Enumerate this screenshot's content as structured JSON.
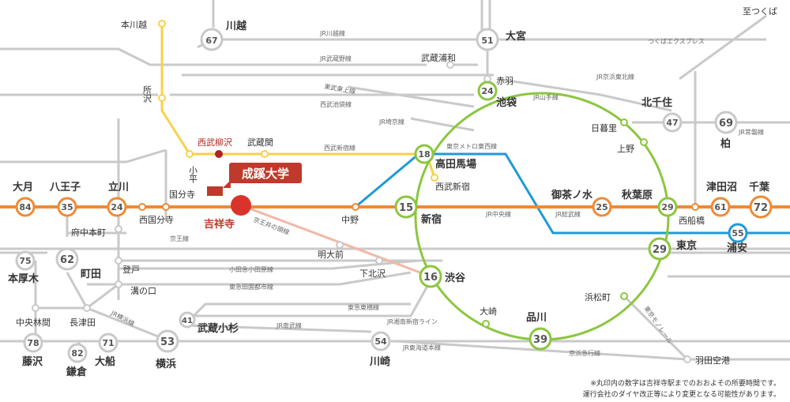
{
  "logo": {
    "label": "成蹊大学",
    "color": "#c0392b"
  },
  "home_station": {
    "label": "吉祥寺",
    "color": "#c0392b"
  },
  "seibu_yagisawa": "西武柳沢",
  "note_line1": "※丸印内の数字は吉祥寺駅までのおおよその所要時間です。",
  "note_line2": "運行会社のダイヤ改正等により変更となる可能性があります。",
  "colors": {
    "chuo": "#ef8a35",
    "yamanote": "#8cc63f",
    "tozai": "#1f9ad6",
    "seibu": "#f7d14a",
    "keio": "#f2b8a6",
    "grey": "#c9c9c9"
  },
  "time_nodes": [
    {
      "id": "ome",
      "minutes": "84",
      "name": "大月"
    },
    {
      "id": "hachioji",
      "minutes": "35",
      "name": "八王子"
    },
    {
      "id": "tachikawa",
      "minutes": "24",
      "name": "立川"
    },
    {
      "id": "kawagoe",
      "minutes": "67",
      "name": "川越"
    },
    {
      "id": "omiya",
      "minutes": "51",
      "name": "大宮"
    },
    {
      "id": "ikebukuro",
      "minutes": "24",
      "name": "池袋"
    },
    {
      "id": "takadanobaba",
      "minutes": "18",
      "name": "高田馬場"
    },
    {
      "id": "shinjuku",
      "minutes": "15",
      "name": "新宿"
    },
    {
      "id": "shibuya",
      "minutes": "16",
      "name": "渋谷"
    },
    {
      "id": "shinagawa",
      "minutes": "39",
      "name": "品川"
    },
    {
      "id": "tokyo",
      "minutes": "29",
      "name": "東京"
    },
    {
      "id": "akihabara",
      "minutes": "29",
      "name": "秋葉原"
    },
    {
      "id": "ochanomizu",
      "minutes": "25",
      "name": "御茶ノ水"
    },
    {
      "id": "kitasenju",
      "minutes": "47",
      "name": "北千住"
    },
    {
      "id": "kashiwa",
      "minutes": "69",
      "name": "柏"
    },
    {
      "id": "tsudanuma",
      "minutes": "61",
      "name": "津田沼"
    },
    {
      "id": "chiba",
      "minutes": "72",
      "name": "千葉"
    },
    {
      "id": "urayasu",
      "minutes": "55",
      "name": "浦安"
    },
    {
      "id": "honatsugi",
      "minutes": "75",
      "name": "本厚木"
    },
    {
      "id": "machida",
      "minutes": "62",
      "name": "町田"
    },
    {
      "id": "musashikosugi",
      "minutes": "41",
      "name": "武蔵小杉"
    },
    {
      "id": "yokohama",
      "minutes": "53",
      "name": "横浜"
    },
    {
      "id": "kawasaki",
      "minutes": "54",
      "name": "川崎"
    },
    {
      "id": "ofuna",
      "minutes": "71",
      "name": "大船"
    },
    {
      "id": "kamakura",
      "minutes": "82",
      "name": "鎌倉"
    },
    {
      "id": "fujisawa",
      "minutes": "78",
      "name": "藤沢"
    }
  ],
  "stations": [
    {
      "id": "honkawagoe",
      "name": "本川越"
    },
    {
      "id": "tokorozawa",
      "name": "所沢"
    },
    {
      "id": "kodaira",
      "name": "小平"
    },
    {
      "id": "musashiseki",
      "name": "武蔵関"
    },
    {
      "id": "kokubunji",
      "name": "国分寺"
    },
    {
      "id": "nishikokubunji",
      "name": "西国分寺"
    },
    {
      "id": "fuchuhonmachi",
      "name": "府中本町"
    },
    {
      "id": "nakano",
      "name": "中野"
    },
    {
      "id": "meidaimae",
      "name": "明大前"
    },
    {
      "id": "shimokitazawa",
      "name": "下北沢"
    },
    {
      "id": "nishiwaseda",
      "name": "西武新宿"
    },
    {
      "id": "akabane",
      "name": "赤羽"
    },
    {
      "id": "musashiurawa",
      "name": "武蔵浦和"
    },
    {
      "id": "nippori",
      "name": "日暮里"
    },
    {
      "id": "ueno",
      "name": "上野"
    },
    {
      "id": "nishifunabashi",
      "name": "西船橋"
    },
    {
      "id": "hamamatsucho",
      "name": "浜松町"
    },
    {
      "id": "osaki",
      "name": "大崎"
    },
    {
      "id": "haneda",
      "name": "羽田空港"
    },
    {
      "id": "noborito",
      "name": "登戸"
    },
    {
      "id": "mizonokuchi",
      "name": "溝の口"
    },
    {
      "id": "chuorinkan",
      "name": "中央林間"
    },
    {
      "id": "nagatsuta",
      "name": "長津田"
    },
    {
      "id": "tsukuba",
      "name": "至つくば"
    }
  ],
  "line_labels": {
    "jr_kawagoe": "JR川越線",
    "jr_musashino": "JR武蔵野線",
    "tobu_tojo": "東武東上線",
    "seibu_ikebukuro": "西武池袋線",
    "jr_saikyo": "JR埼京線",
    "seibu_shinjuku": "西武新宿線",
    "tozai": "東京メトロ東西線",
    "jr_yamanote": "JR山手線",
    "jr_keihintohoku": "JR京浜東北線",
    "tx": "つくばエクスプレス",
    "jr_joban": "JR常磐線",
    "jr_chuo": "JR中央線",
    "jr_sobu": "JR総武線",
    "keio": "京王線",
    "keio_inokashira": "京王井の頭線",
    "odakyu": "小田急小田原線",
    "denentoshi": "東急田園都市線",
    "toyoko": "東急東横線",
    "shonanshinjuku": "JR湘南新宿ライン",
    "jr_nambu": "JR南武線",
    "jr_yokohama": "JR横浜線",
    "jr_tokaido": "JR東海道本線",
    "keikyu": "京浜急行線",
    "monorail": "東京モノレール"
  }
}
